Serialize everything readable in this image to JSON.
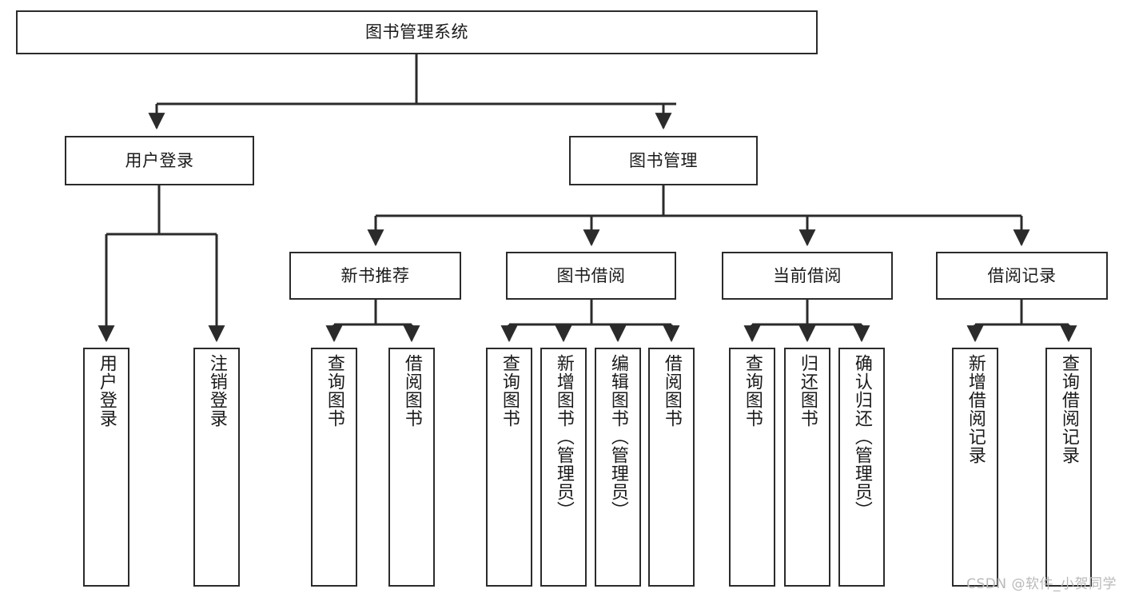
{
  "diagram": {
    "title": "图书管理系统",
    "watermark": "CSDN @软件_小贺同学",
    "colors": {
      "stroke": "#2b2b2b",
      "box_fill": "#ffffff",
      "text": "#1a1a1a",
      "watermark": "#b9b9b9",
      "background": "#ffffff"
    },
    "levels": {
      "root": {
        "label": "图书管理系统"
      },
      "level2": [
        {
          "label": "用户登录"
        },
        {
          "label": "图书管理"
        }
      ],
      "level3": [
        {
          "label": "新书推荐"
        },
        {
          "label": "图书借阅"
        },
        {
          "label": "当前借阅"
        },
        {
          "label": "借阅记录"
        }
      ],
      "leaves": {
        "user_login": [
          {
            "label": "用户登录"
          },
          {
            "label": "注销登录"
          }
        ],
        "new_book_recommend": [
          {
            "label": "查询图书"
          },
          {
            "label": "借阅图书"
          }
        ],
        "book_borrow": [
          {
            "label": "查询图书"
          },
          {
            "label": "新增图书（管理员）"
          },
          {
            "label": "编辑图书（管理员）"
          },
          {
            "label": "借阅图书"
          }
        ],
        "current_borrow": [
          {
            "label": "查询图书"
          },
          {
            "label": "归还图书"
          },
          {
            "label": "确认归还（管理员）"
          }
        ],
        "borrow_records": [
          {
            "label": "新增借阅记录"
          },
          {
            "label": "查询借阅记录"
          }
        ]
      }
    }
  }
}
